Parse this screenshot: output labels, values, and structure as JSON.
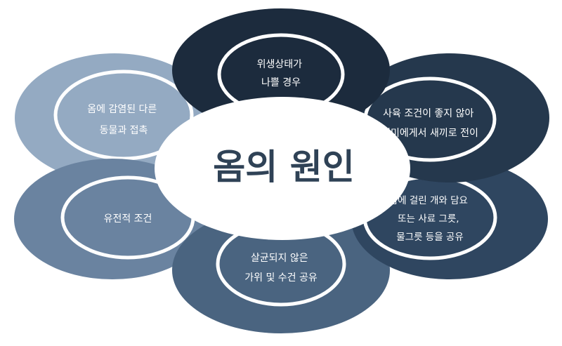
{
  "title": "옴의 원인",
  "colors": {
    "background": "#ffffff",
    "title": "#2f4256"
  },
  "nodes": [
    {
      "id": "top",
      "lines": [
        "위생상태가",
        "나쁠 경우"
      ],
      "color": "#1c2b3d"
    },
    {
      "id": "upper-right",
      "lines": [
        "사육 조건이 좋지 않아",
        "어미에게서 새끼로 전이"
      ],
      "color": "#25384d"
    },
    {
      "id": "lower-right",
      "lines": [
        "옴에 걸린 개와 담요",
        "또는 사료 그릇,",
        "물그릇 등을 공유"
      ],
      "color": "#2f4660"
    },
    {
      "id": "bottom",
      "lines": [
        "살균되지 않은",
        "가위 및 수건 공유"
      ],
      "color": "#4a6480"
    },
    {
      "id": "lower-left",
      "lines": [
        "유전적 조건"
      ],
      "color": "#6a83a0"
    },
    {
      "id": "upper-left",
      "lines": [
        "옴에 감염된 다른",
        "동물과 접촉"
      ],
      "color": "#94aac2"
    }
  ]
}
